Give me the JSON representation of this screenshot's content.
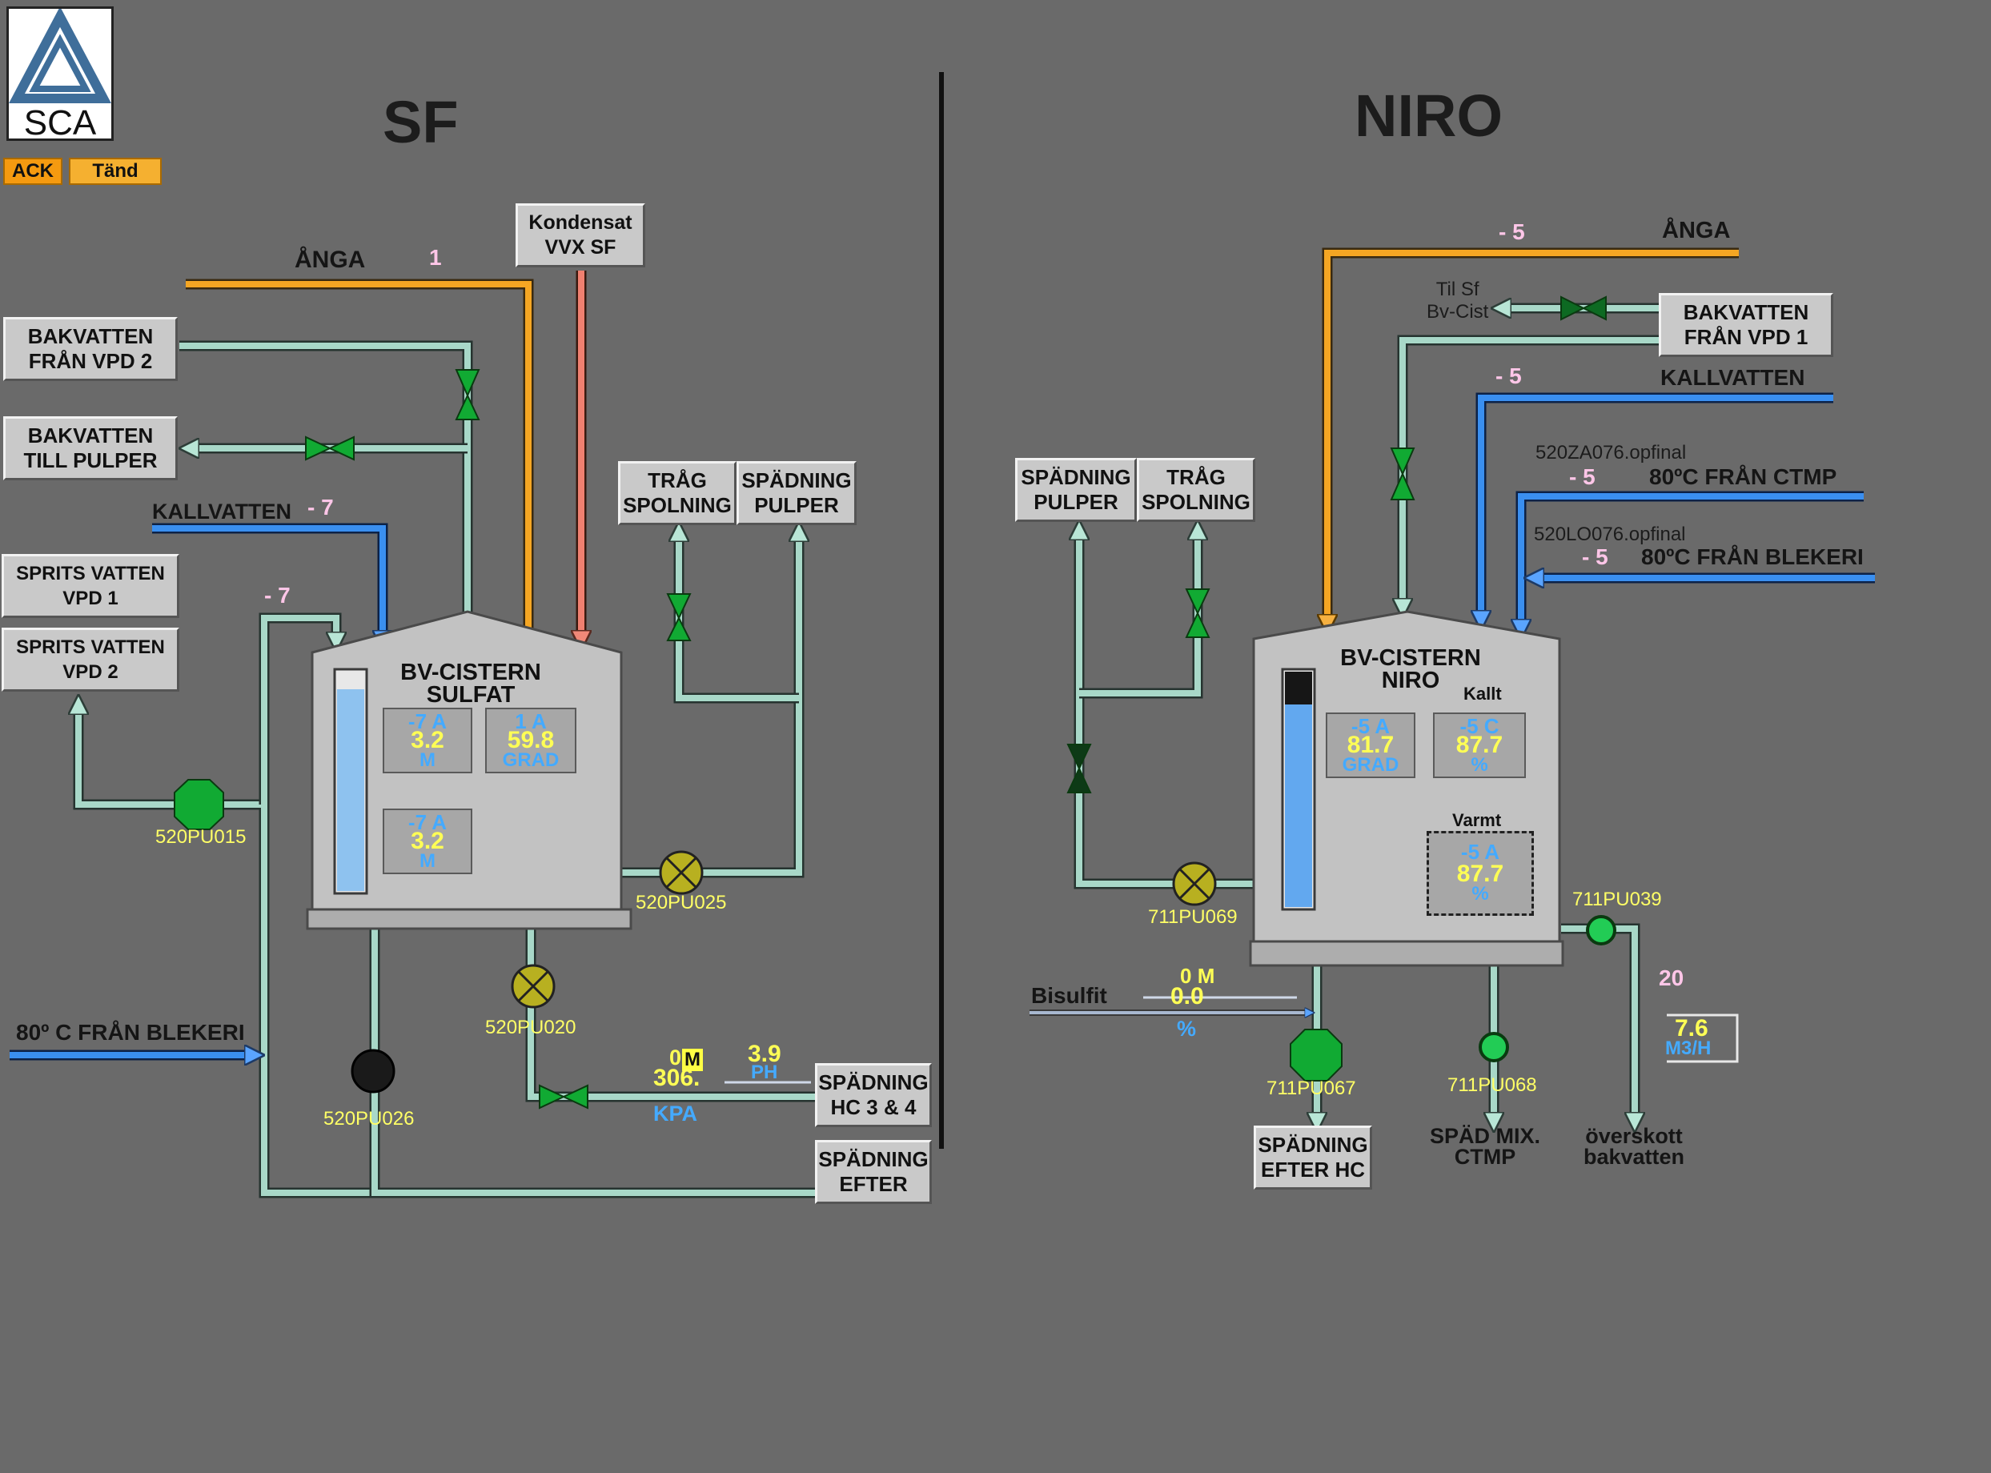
{
  "logo": {
    "text": "SCA"
  },
  "alarm": {
    "ack_label": "ACK",
    "light_label": "Tänd"
  },
  "colors": {
    "steam": "#f5a623",
    "cold_water": "#3a8ff0",
    "condensate": "#f08070",
    "back_water": "#a8d8c8",
    "tank": "#c2c2c2",
    "background": "#6a6a6a",
    "valve": "#11aa33"
  },
  "sf": {
    "title": "SF",
    "anga": {
      "label": "ÅNGA",
      "value": "1"
    },
    "kondensat": "Kondensat\nVVX SF",
    "bakvatten_fran": "BAKVATTEN\nFRÅN VPD 2",
    "bakvatten_till": "BAKVATTEN\nTILL  PULPER",
    "kallvatten": {
      "label": "KALLVATTEN",
      "value": "- 7"
    },
    "sprits1": "SPRITS VATTEN\nVPD 1",
    "sprits2": "SPRITS VATTEN\nVPD 2",
    "sprits_value": "- 7",
    "trag": "TRÅG\nSPOLNING",
    "spadning_pulper": "SPÄDNING\nPULPER",
    "tank": {
      "name_line1": "BV-CISTERN",
      "name_line2": "SULFAT",
      "level": 0.92,
      "readout1": {
        "mode": "-7 A",
        "value": "3.2",
        "unit": "M"
      },
      "readout2": {
        "mode": "1 A",
        "value": "59.8",
        "unit": "GRAD"
      },
      "readout3": {
        "mode": "-7 A",
        "value": "3.2",
        "unit": "M"
      }
    },
    "pumps": {
      "p015": "520PU015",
      "p025": "520PU025",
      "p020": "520PU020",
      "p026": "520PU026"
    },
    "blekeri": "80º C FRÅN BLEKERI",
    "hc34": {
      "box": "SPÄDNING\nHC 3 & 4",
      "mode_val": "0",
      "mode": "M",
      "pressure": "306.",
      "pressure_unit": "KPA",
      "ph": "3.9",
      "ph_unit": "PH"
    },
    "efter": "SPÄDNING\nEFTER"
  },
  "niro": {
    "title": "NIRO",
    "anga": {
      "label": "ÅNGA",
      "value": "- 5"
    },
    "till_sf": "Til Sf\nBv-Cist",
    "bakvatten_fran": "BAKVATTEN\nFRÅN VPD 1",
    "kallvatten": {
      "label": "KALLVATTEN",
      "value": "- 5"
    },
    "ctmp": {
      "tag": "520ZA076.opfinal",
      "value": "- 5",
      "label": "80ºC  FRÅN CTMP"
    },
    "blekeri": {
      "tag": "520LO076.opfinal",
      "value": "- 5",
      "label": "80ºC  FRÅN BLEKERI"
    },
    "spadning_pulper": "SPÄDNING\nPULPER",
    "trag": "TRÅG\nSPOLNING",
    "tank": {
      "name_line1": "BV-CISTERN",
      "name_line2": "NIRO",
      "level": 0.86,
      "kallt_label": "Kallt",
      "varmt_label": "Varmt",
      "readout1": {
        "mode": "-5 A",
        "value": "81.7",
        "unit": "GRAD"
      },
      "readout2": {
        "mode": "-5 C",
        "value": "87.7",
        "unit": "%"
      },
      "readout3": {
        "mode": "-5 A",
        "value": "87.7",
        "unit": "%"
      }
    },
    "pumps": {
      "p069": "711PU069",
      "p039": "711PU039",
      "p067": "711PU067",
      "p068": "711PU068"
    },
    "bisulfit": {
      "label": "Bisulfit",
      "mode_val": "0",
      "mode": "M",
      "value": "0.0",
      "unit": "%"
    },
    "flow": {
      "sp": "20",
      "value": "7.6",
      "unit": "M3/H"
    },
    "efter_hc": "SPÄDNING\nEFTER HC",
    "spad_mix": "SPÄD MIX.\nCTMP",
    "overskott": "överskott\nbakvatten"
  }
}
